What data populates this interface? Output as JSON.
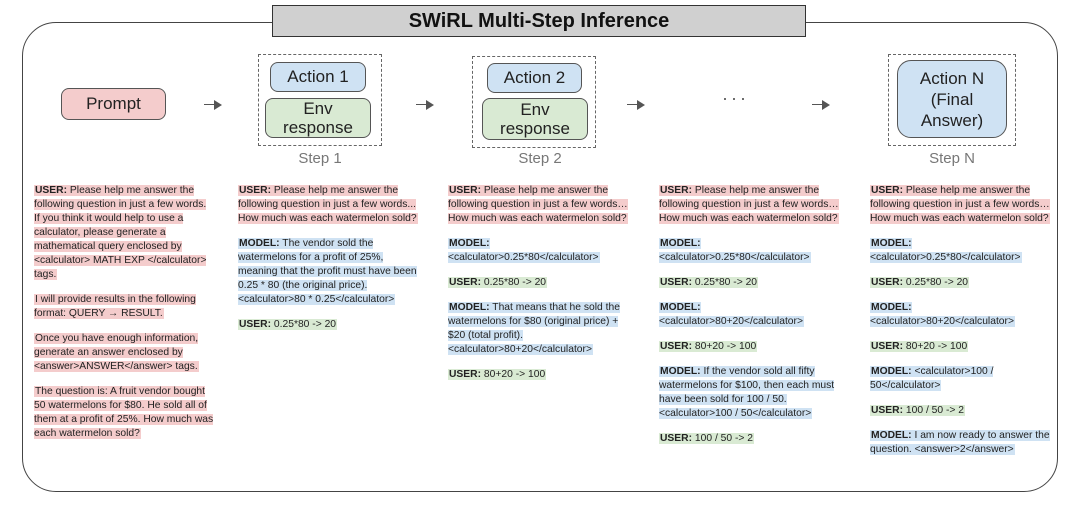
{
  "title": "SWiRL Multi-Step Inference",
  "flow": {
    "prompt": "Prompt",
    "step1": {
      "action": "Action 1",
      "env": "Env response",
      "label": "Step 1"
    },
    "step2": {
      "action": "Action 2",
      "env": "Env response",
      "label": "Step 2"
    },
    "ellipsis": "···",
    "stepN": {
      "action": "Action N (Final Answer)",
      "label": "Step N"
    }
  },
  "columns": [
    {
      "paragraphs": [
        {
          "role": "USER:",
          "text": " Please help me answer the following question in just a few words. If you think it would help to use a calculator, please generate a mathematical query enclosed by <calculator> MATH EXP </calculator> tags.",
          "color": "pink"
        },
        {
          "role": "",
          "text": "I will provide results in the following format: QUERY → RESULT.",
          "color": "pink"
        },
        {
          "role": "",
          "text": "Once you have enough information, generate an answer enclosed by <answer>ANSWER</answer> tags.",
          "color": "pink"
        },
        {
          "role": "",
          "text": "The question is: A fruit vendor bought 50 watermelons for $80. He sold all of them at a profit of 25%. How much was each watermelon sold?",
          "color": "pink"
        }
      ]
    },
    {
      "paragraphs": [
        {
          "role": "USER:",
          "text": " Please help me answer the following question in just a few words... How much was each watermelon sold?",
          "color": "pink"
        },
        {
          "role": "MODEL:",
          "text": " The vendor sold the watermelons for a profit of 25%, meaning that the profit must have been 0.25 * 80 (the original price). <calculator>80 * 0.25</calculator>",
          "color": "blue"
        },
        {
          "role": "USER:",
          "text": " 0.25*80 -> 20",
          "color": "green"
        }
      ]
    },
    {
      "paragraphs": [
        {
          "role": "USER:",
          "text": " Please help me answer the following question in just a few words… How much was each watermelon sold?",
          "color": "pink"
        },
        {
          "role": "MODEL:",
          "text": " <calculator>0.25*80</calculator>",
          "color": "blue"
        },
        {
          "role": "USER:",
          "text": " 0.25*80 -> 20",
          "color": "green"
        },
        {
          "role": "MODEL:",
          "text": " That means that he sold the watermelons for $80 (original price) + $20 (total profit). <calculator>80+20</calculator>",
          "color": "blue"
        },
        {
          "role": "USER:",
          "text": " 80+20 -> 100",
          "color": "green"
        }
      ]
    },
    {
      "paragraphs": [
        {
          "role": "USER:",
          "text": " Please help me answer the following question in just a few words… How much was each watermelon sold?",
          "color": "pink"
        },
        {
          "role": "MODEL:",
          "text": " <calculator>0.25*80</calculator>",
          "color": "blue"
        },
        {
          "role": "USER:",
          "text": " 0.25*80 -> 20",
          "color": "green"
        },
        {
          "role": "MODEL:",
          "text": " <calculator>80+20</calculator>",
          "color": "blue"
        },
        {
          "role": "USER:",
          "text": " 80+20 -> 100",
          "color": "green"
        },
        {
          "role": "MODEL:",
          "text": " If the vendor sold all fifty watermelons for $100, then each must have been sold for 100 / 50. <calculator>100 / 50</calculator>",
          "color": "blue"
        },
        {
          "role": "USER:",
          "text": " 100 / 50 -> 2",
          "color": "green"
        }
      ]
    },
    {
      "paragraphs": [
        {
          "role": "USER:",
          "text": " Please help me answer the following question in just a few words… How much was each watermelon sold?",
          "color": "pink"
        },
        {
          "role": "MODEL:",
          "text": " <calculator>0.25*80</calculator>",
          "color": "blue"
        },
        {
          "role": "USER:",
          "text": " 0.25*80 -> 20",
          "color": "green"
        },
        {
          "role": "MODEL:",
          "text": " <calculator>80+20</calculator>",
          "color": "blue"
        },
        {
          "role": "USER:",
          "text": " 80+20 -> 100",
          "color": "green"
        },
        {
          "role": "MODEL:",
          "text": " <calculator>100 / 50</calculator>",
          "color": "blue"
        },
        {
          "role": "USER:",
          "text": " 100 / 50 -> 2",
          "color": "green"
        },
        {
          "role": "MODEL:",
          "text": " I am now ready to answer the question. <answer>2</answer>",
          "color": "blue"
        }
      ]
    }
  ]
}
